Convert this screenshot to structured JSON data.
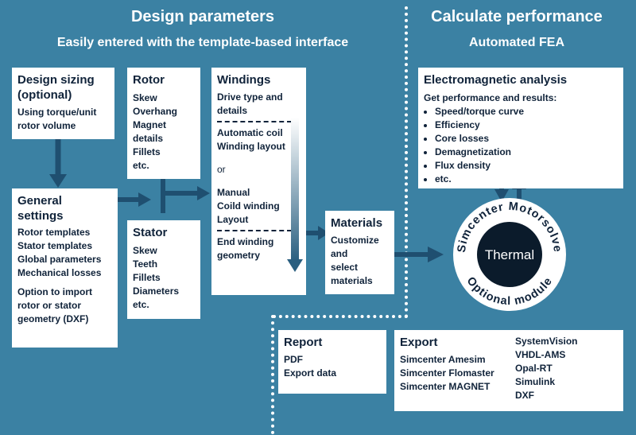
{
  "left_header": {
    "title": "Design parameters",
    "subtitle": "Easily entered with the template-based interface"
  },
  "right_header": {
    "title": "Calculate performance",
    "subtitle": "Automated FEA"
  },
  "design_sizing": {
    "title_lines": [
      "Design sizing",
      "(optional)"
    ],
    "lines": [
      "Using torque/unit",
      "rotor volume"
    ]
  },
  "general_settings": {
    "title_lines": [
      "General",
      "settings"
    ],
    "lines": [
      "Rotor templates",
      "Stator templates",
      "Global parameters",
      "Mechanical losses"
    ],
    "note_lines": [
      "Option to import",
      "rotor or stator",
      "geometry (DXF)"
    ]
  },
  "rotor": {
    "title": "Rotor",
    "lines": [
      "Skew",
      "Overhang",
      "Magnet",
      "details",
      "Fillets",
      "etc."
    ]
  },
  "stator": {
    "title": "Stator",
    "lines": [
      "Skew",
      "Teeth",
      "Fillets",
      "Diameters",
      "etc."
    ]
  },
  "windings": {
    "title": "Windings",
    "group1": [
      "Drive type and",
      "details"
    ],
    "group2": [
      "Automatic coil",
      "Winding layout"
    ],
    "or": "or",
    "group3": [
      "Manual",
      "Coild winding",
      "Layout"
    ],
    "group4": [
      "End winding",
      "geometry"
    ]
  },
  "materials": {
    "title": "Materials",
    "lines": [
      "Customize",
      "and",
      "select",
      "materials"
    ]
  },
  "em_analysis": {
    "title": "Electromagnetic analysis",
    "intro": "Get performance and results:",
    "bullets": [
      "Speed/torque curve",
      "Efficiency",
      "Core losses",
      "Demagnetization",
      "Flux density",
      "etc."
    ]
  },
  "thermal_module": {
    "ring_top": "Simcenter Motorsolve",
    "ring_bottom": "Optional module",
    "center": "Thermal"
  },
  "report": {
    "title": "Report",
    "lines": [
      "PDF",
      "Export data"
    ]
  },
  "export": {
    "title": "Export",
    "col1": [
      "Simcenter Amesim",
      "Simcenter Flomaster",
      "Simcenter MAGNET"
    ],
    "col2": [
      "SystemVision",
      "VHDL-AMS",
      "Opal-RT",
      "Simulink",
      "DXF"
    ]
  },
  "colors": {
    "background": "#3b81a3",
    "arrow": "#1f4f70",
    "text": "#10233a",
    "box": "#ffffff"
  },
  "icons": {
    "down_arrow": "arrow-down-icon",
    "right_arrow": "arrow-right-icon",
    "up_arrow": "arrow-up-icon",
    "gradient_arrow": "gradient-arrow-down-icon"
  }
}
